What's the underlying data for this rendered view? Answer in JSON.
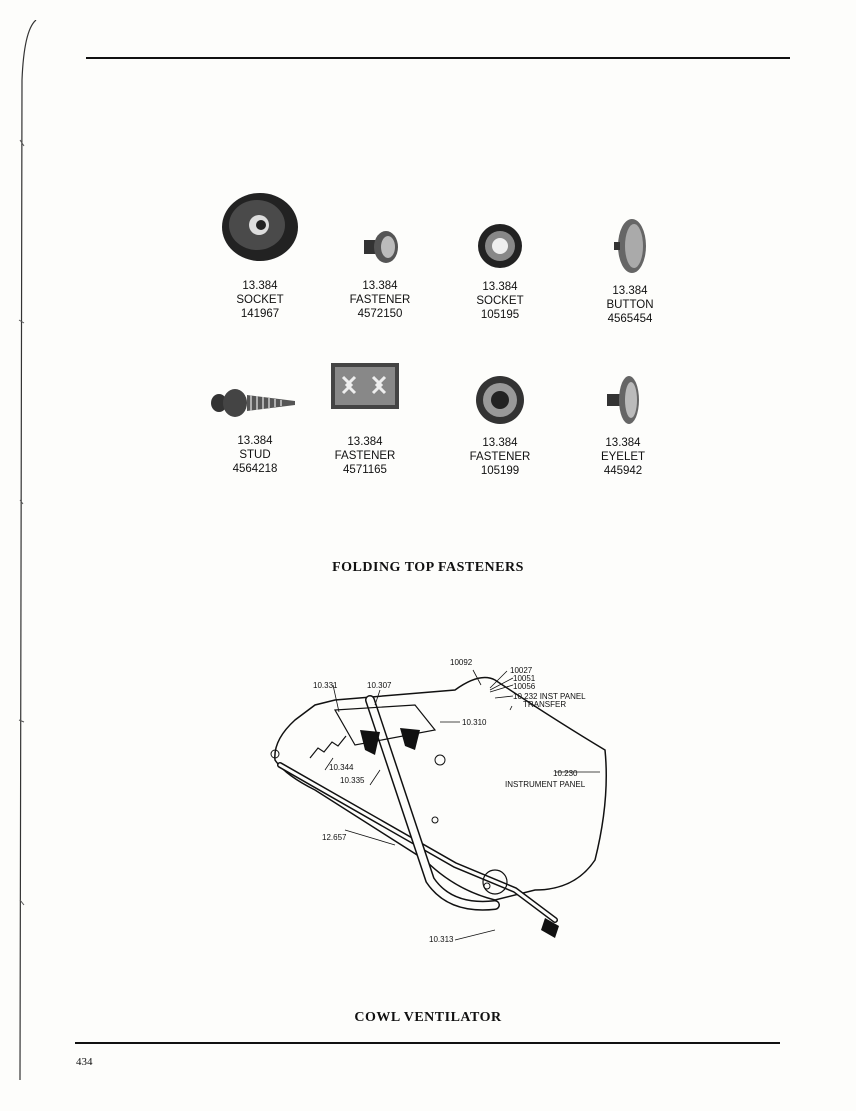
{
  "fasteners": {
    "row1": [
      {
        "part": "13.384",
        "name": "SOCKET",
        "number": "141967"
      },
      {
        "part": "13.384",
        "name": "FASTENER",
        "number": "4572150"
      },
      {
        "part": "13.384",
        "name": "SOCKET",
        "number": "105195"
      },
      {
        "part": "13.384",
        "name": "BUTTON",
        "number": "4565454"
      }
    ],
    "row2": [
      {
        "part": "13.384",
        "name": "STUD",
        "number": "4564218"
      },
      {
        "part": "13.384",
        "name": "FASTENER",
        "number": "4571165"
      },
      {
        "part": "13.384",
        "name": "FASTENER",
        "number": "105199"
      },
      {
        "part": "13.384",
        "name": "EYELET",
        "number": "445942"
      }
    ]
  },
  "caption_fasteners": "FOLDING TOP FASTENERS",
  "vent_labels": {
    "l10092": "10092",
    "l10027": "10027",
    "l10051": "10051",
    "l10056": "10056",
    "l10232": "10.232 INST PANEL",
    "l10232b": "TRANSFER",
    "l10331": "10.331",
    "l10307": "10.307",
    "l10310": "10.310",
    "l10344": "10.344",
    "l10335": "10.335",
    "l10230": "10.230",
    "l10230b": "INSTRUMENT PANEL",
    "l12657": "12.657",
    "l10313": "10.313"
  },
  "caption_vent": "COWL VENTILATOR",
  "page_number": "434"
}
